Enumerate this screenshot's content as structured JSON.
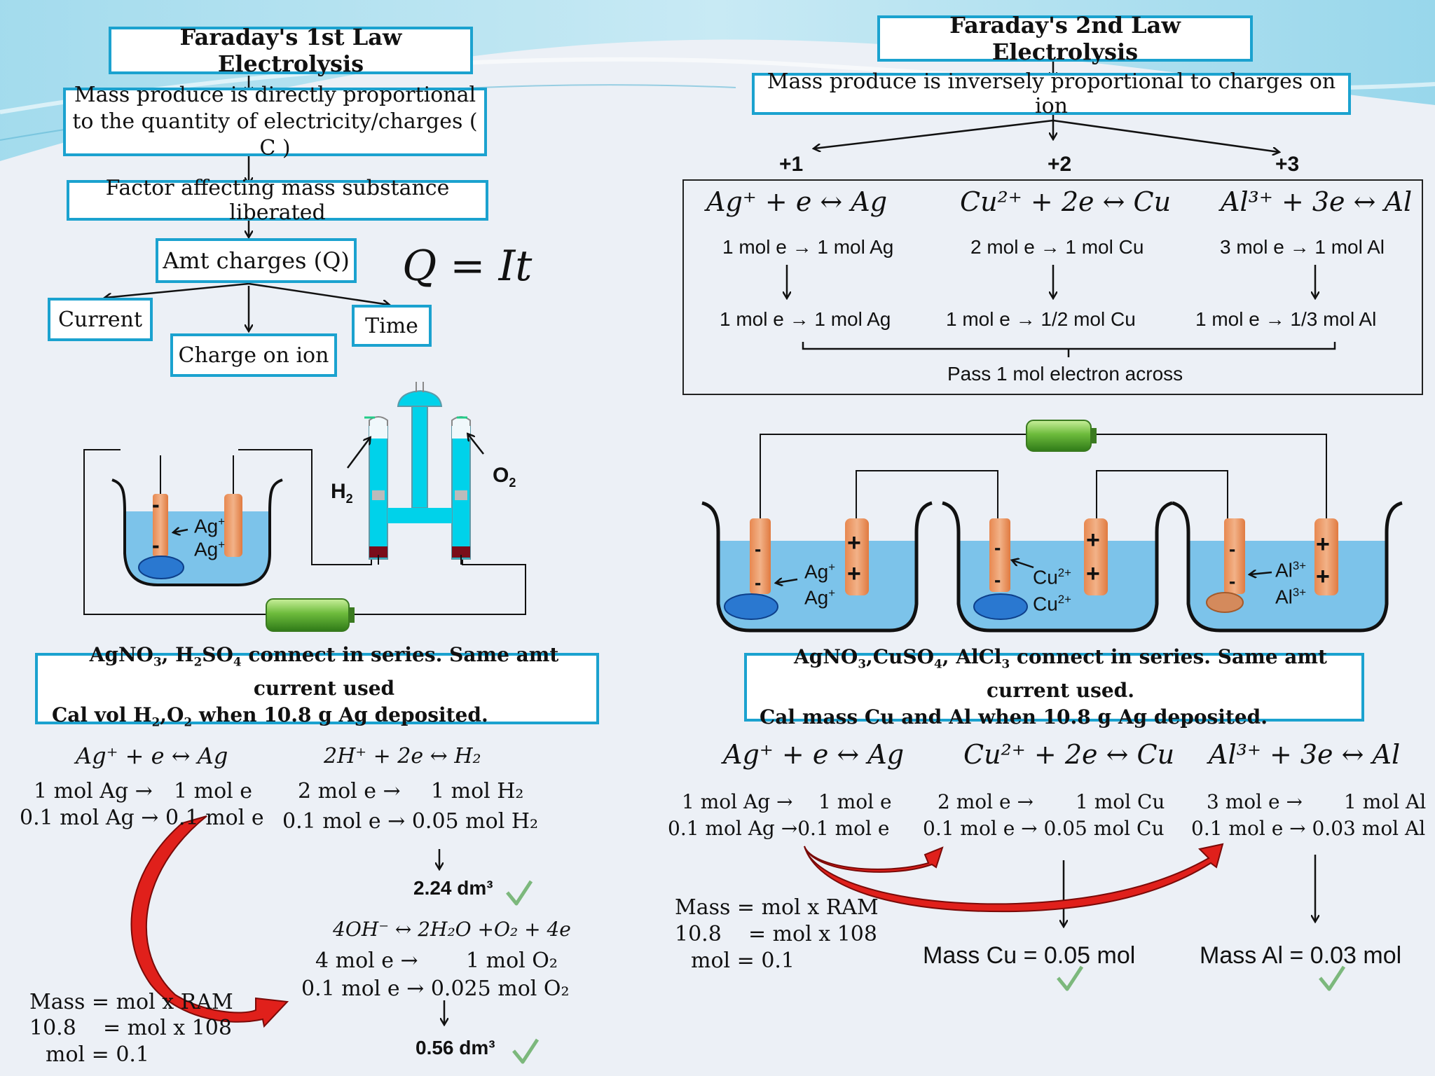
{
  "colors": {
    "box_border": "#1ba2cf",
    "electrolyte": "#7cc3ea",
    "electrode": "#e89a63",
    "arrow_red": "#e0201b",
    "check": "#7cb87c",
    "battery": "#6dbb3c",
    "deposit": "#2a78d0"
  },
  "law1": {
    "title": "Faraday's 1st Law Electrolysis",
    "statement_line1": "Mass  produce is directly proportional",
    "statement_line2": "to the quantity of electricity/charges ( C )",
    "factor": "Factor affecting mass substance liberated",
    "amt": "Amt charges (Q)",
    "current": "Current",
    "charge_on_ion": "Charge on ion",
    "time": "Time",
    "formula": "Q = It",
    "cell_ion1": "Ag",
    "cell_ion2": "Ag",
    "cell_ion_charge": "+",
    "neg": "-",
    "gas_h2": "H",
    "gas_o2": "O",
    "gas_sub": "2",
    "question_line1_parts": [
      "AgNO",
      "3",
      ", H",
      "2",
      "SO",
      "4",
      " connect in series. Same amt current used"
    ],
    "question_line2_parts": [
      "Cal vol H",
      "2",
      ",O",
      "2",
      " when 10.8 g Ag deposited."
    ],
    "eq_ag": "Ag⁺ + e ↔ Ag",
    "eq_h": "2H⁺ + 2e ↔ H₂",
    "ag_l1a": "1 mol Ag →",
    "ag_l1b": "1 mol e",
    "ag_l2": "0.1 mol Ag → 0.1 mol e",
    "h_l1a": "2 mol e →",
    "h_l1b": "1 mol H₂",
    "h_l2": "0.1 mol e → 0.05 mol H₂",
    "vol_h2": "2.24 dm³",
    "eq_oh": "4OH⁻ ↔ 2H₂O +O₂ + 4e",
    "oh_l1a": "4 mol e →",
    "oh_l1b": "1 mol O₂",
    "oh_l2": "0.1 mol e → 0.025 mol O₂",
    "vol_o2": "0.56 dm³",
    "mass1": "Mass = mol x RAM",
    "mass2": "10.8    = mol x 108",
    "mass3": "mol = 0.1"
  },
  "law2": {
    "title": "Faraday's 2nd Law Electrolysis",
    "statement": "Mass produce is inversely proportional to charges on ion",
    "c1": "+1",
    "c2": "+2",
    "c3": "+3",
    "eq1": "Ag⁺ + e ↔ Ag",
    "eq2": "Cu²⁺ + 2e ↔ Cu",
    "eq3": "Al³⁺ + 3e ↔ Al",
    "r1a": "1 mol e → 1 mol Ag",
    "r2a": "2 mol e → 1 mol Cu",
    "r3a": "3 mol e → 1 mol Al",
    "r1b": "1 mol e → 1 mol Ag",
    "r2b": "1 mol e → 1/2 mol Cu",
    "r3b": "1 mol e → 1/3 mol Al",
    "pass": "Pass 1 mol electron across",
    "ion_ag": "Ag",
    "ion_ag_c": "+",
    "ion_cu": "Cu",
    "ion_cu_c": "2+",
    "ion_al": "Al",
    "ion_al_c": "3+",
    "plus": "+",
    "minus": "-",
    "question_line1_parts": [
      "AgNO",
      "3",
      ",CuSO",
      "4",
      ",  AlCl",
      "3",
      " connect in series. Same amt current used."
    ],
    "question_line2": "Cal mass Cu and Al  when 10.8 g Ag deposited.",
    "b_eq1": "Ag⁺ + e ↔ Ag",
    "b_eq2": "Cu²⁺ + 2e ↔ Cu",
    "b_eq3": "Al³⁺ + 3e ↔ Al",
    "b1a": "1 mol Ag →",
    "b1b": "1 mol e",
    "b1c": "0.1 mol Ag →0.1 mol e",
    "b2a": "2 mol e →",
    "b2b": "1 mol Cu",
    "b2c": "0.1 mol e → 0.05 mol Cu",
    "b3a": "3 mol e →",
    "b3b": "1 mol Al",
    "b3c": "0.1 mol e → 0.03 mol Al",
    "mass1": "Mass = mol x RAM",
    "mass2": "10.8    = mol x 108",
    "mass3": "mol = 0.1",
    "mass_cu": "Mass Cu = 0.05 mol",
    "mass_al": "Mass Al = 0.03 mol"
  }
}
